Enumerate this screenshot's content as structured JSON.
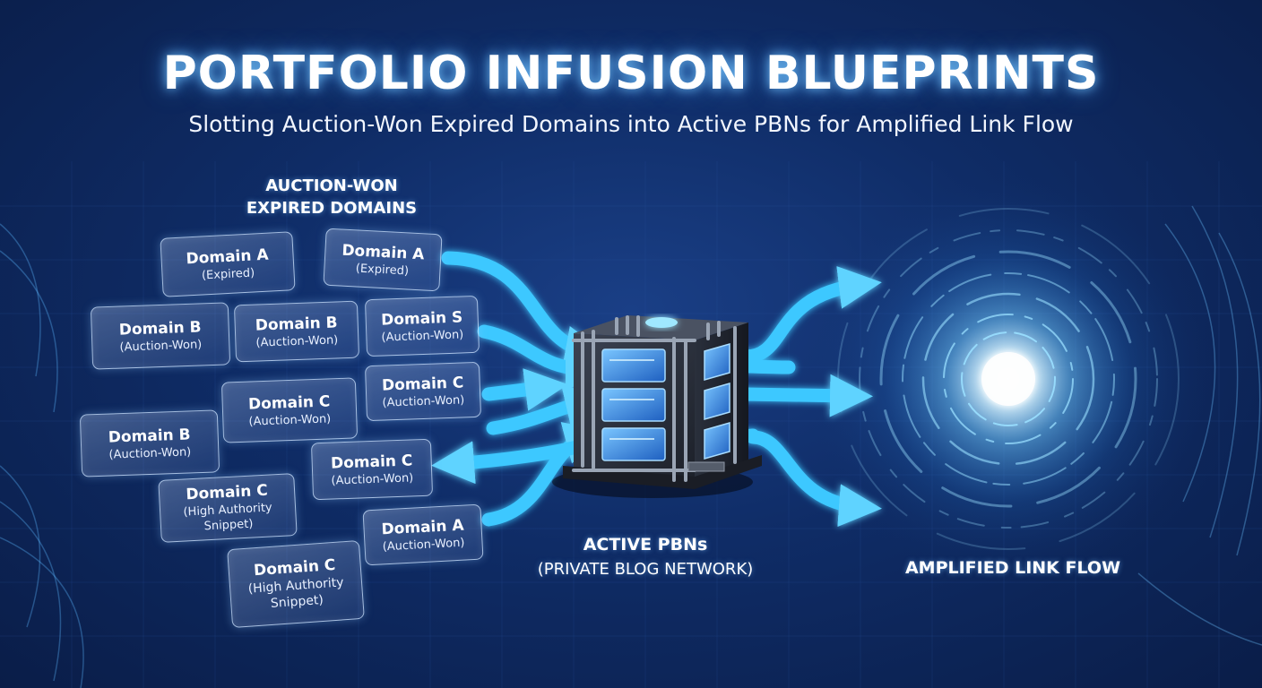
{
  "header": {
    "title": "PORTFOLIO INFUSION BLUEPRINTS",
    "subtitle": "Slotting Auction-Won Expired Domains into Active PBNs for Amplified Link Flow"
  },
  "labels": {
    "auction_line1": "AUCTION-WON",
    "auction_line2": "EXPIRED DOMAINS",
    "pbn_line1": "ACTIVE PBNs",
    "pbn_line2": "(PRIVATE BLOG NETWORK)",
    "amplified": "AMPLIFIED LINK FLOW"
  },
  "domains": [
    {
      "name": "Domain A",
      "status": "(Expired)"
    },
    {
      "name": "Domain A",
      "status": "(Expired)"
    },
    {
      "name": "Domain B",
      "status": "(Auction-Won)"
    },
    {
      "name": "Domain B",
      "status": "(Auction-Won)"
    },
    {
      "name": "Domain S",
      "status": "(Auction-Won)"
    },
    {
      "name": "Domain C",
      "status": "(Auction-Won)"
    },
    {
      "name": "Domain C",
      "status": "(Auction-Won)"
    },
    {
      "name": "Domain B",
      "status": "(Auction-Won)"
    },
    {
      "name": "Domain C",
      "status": "(Auction-Won)"
    },
    {
      "name": "Domain C",
      "status": "(High Authority Snippet)"
    },
    {
      "name": "Domain A",
      "status": "(Auction-Won)"
    },
    {
      "name": "Domain C",
      "status": "(High Authority Snippet)"
    }
  ],
  "server_label": "",
  "colors": {
    "background": "#0f2c66",
    "arrow": "#3ec8ff",
    "glow": "#8fe6ff",
    "server_body": "#2a2f3a",
    "server_panel": "#3a86e0"
  }
}
